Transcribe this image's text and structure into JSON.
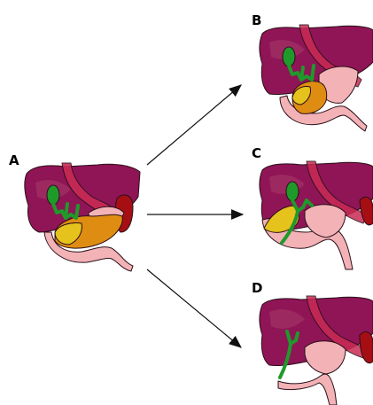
{
  "diagram": {
    "labels": {
      "a": "A",
      "b": "B",
      "c": "C",
      "d": "D"
    },
    "colors": {
      "liver": "#8f1556",
      "liver_highlight": "#b0426e",
      "duodenum": "#f2b2b6",
      "pancreas": "#df8c12",
      "pancreas_light": "#e6c21c",
      "gallbladder": "#1f9a2a",
      "spleen": "#a50f14",
      "stomach": "#c92b54",
      "arrow": "#111111"
    },
    "icons": {
      "arrow_to_b": "arrow-icon",
      "arrow_to_c": "arrow-icon",
      "arrow_to_d": "arrow-icon"
    }
  }
}
